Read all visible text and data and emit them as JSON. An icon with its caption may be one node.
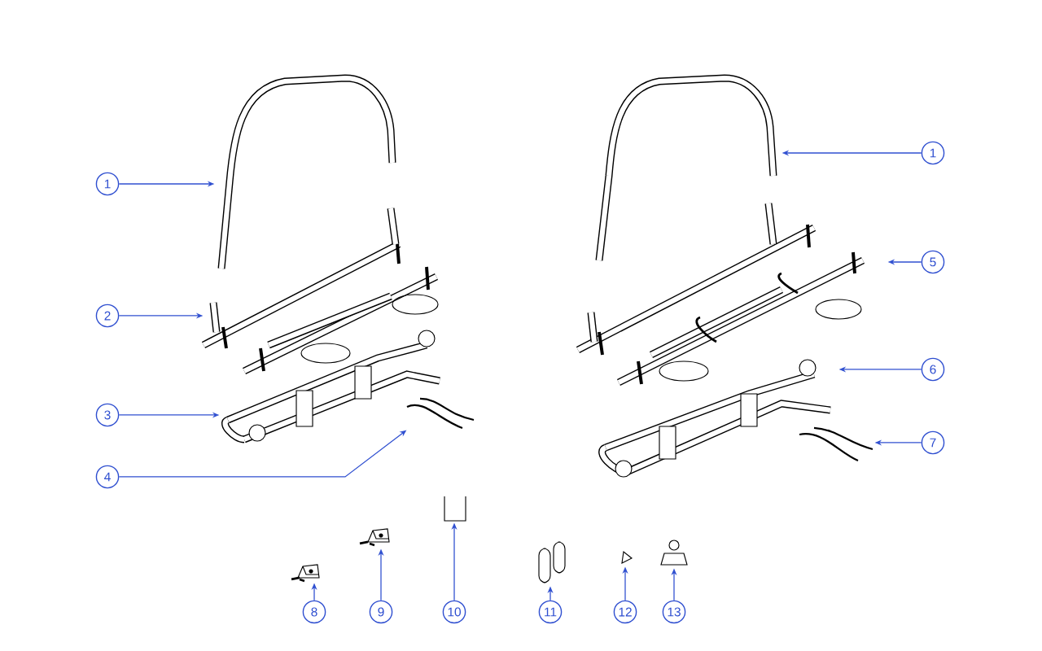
{
  "diagram": {
    "nodes": [
      {
        "text": [
          "1"
        ]
      },
      {
        "text": [],
        "shape": "picture"
      },
      {
        "text": [
          "2"
        ]
      },
      {
        "text": [],
        "shape": "picture"
      },
      {
        "text": [
          "3"
        ]
      },
      {
        "text": [],
        "shape": "picture"
      },
      {
        "text": [
          "4"
        ]
      },
      {
        "text": [],
        "shape": "picture"
      },
      {
        "text": [
          "1"
        ]
      },
      {
        "text": [],
        "shape": "picture"
      },
      {
        "text": [
          "5"
        ]
      },
      {
        "text": [],
        "shape": "picture"
      },
      {
        "text": [
          "6"
        ]
      },
      {
        "text": [],
        "shape": "picture"
      },
      {
        "text": [
          "7"
        ]
      },
      {
        "text": [],
        "shape": "picture"
      },
      {
        "text": [],
        "shape": "picture"
      },
      {
        "text": [],
        "shape": "picture"
      },
      {
        "text": [],
        "shape": "picture"
      },
      {
        "text": [],
        "shape": "picture"
      },
      {
        "text": [],
        "shape": "picture"
      },
      {
        "text": [],
        "shape": "picture"
      },
      {
        "text": [
          "8"
        ]
      },
      {
        "text": [
          "9"
        ]
      },
      {
        "text": [
          "10"
        ]
      },
      {
        "text": [
          "11"
        ]
      },
      {
        "text": [
          "12"
        ]
      },
      {
        "text": [
          "13"
        ]
      }
    ],
    "edges": [
      {
        "from": 0,
        "to": 1,
        "arrow": "to"
      },
      {
        "from": 2,
        "to": 3,
        "arrow": "to"
      },
      {
        "from": 4,
        "to": 5,
        "arrow": "to"
      },
      {
        "from": 6,
        "to": 7,
        "arrow": "to"
      },
      {
        "from": 8,
        "to": 9,
        "arrow": "to"
      },
      {
        "from": 10,
        "to": 11,
        "arrow": "to"
      },
      {
        "from": 12,
        "to": 13,
        "arrow": "to"
      },
      {
        "from": 14,
        "to": 15,
        "arrow": "to"
      },
      {
        "from": 22,
        "to": 16,
        "arrow": "to"
      },
      {
        "from": 23,
        "to": 17,
        "arrow": "to"
      },
      {
        "from": 24,
        "to": 18,
        "arrow": "to"
      },
      {
        "from": 25,
        "to": 19,
        "arrow": "to"
      },
      {
        "from": 26,
        "to": 20,
        "arrow": "to"
      },
      {
        "from": 27,
        "to": 21,
        "arrow": "to"
      }
    ]
  }
}
